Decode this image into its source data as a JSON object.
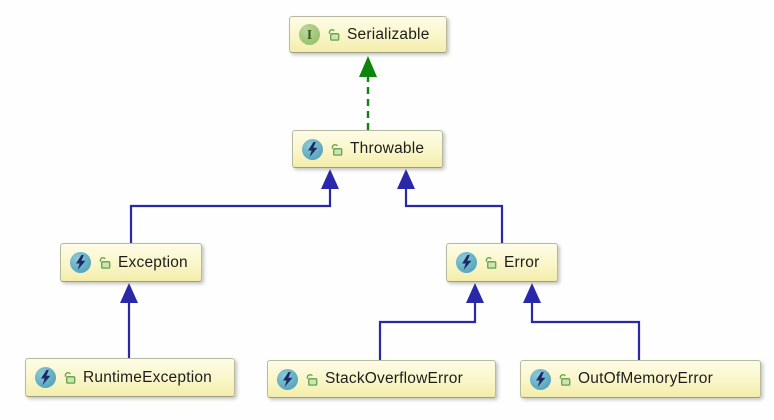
{
  "diagram": {
    "kind": "uml-class-diagram",
    "subject": "Java Throwable class hierarchy",
    "background_color": "#fdfefd",
    "icons": {
      "interface_glyph": "I",
      "exception_class_icon": "lightning-bolt-in-teal-circle",
      "visibility_icon": "green-unlocked-padlock"
    },
    "colors": {
      "node_fill_top": "#fdfce6",
      "node_fill_bottom": "#f3edaa",
      "node_border": "#b9b9a2",
      "extends_arrow": "#2828a8",
      "implements_arrow": "#0c850c",
      "class_icon_bg": "#5ba7bf",
      "interface_icon_bg": "#9cc272",
      "padlock_green": "#6aa84f",
      "label_text": "#1e1e1e"
    },
    "nodes": [
      {
        "label": "Serializable",
        "kind": "interface",
        "visibility": "public"
      },
      {
        "label": "Throwable",
        "kind": "exception-class",
        "visibility": "public"
      },
      {
        "label": "Exception",
        "kind": "exception-class",
        "visibility": "public"
      },
      {
        "label": "Error",
        "kind": "exception-class",
        "visibility": "public"
      },
      {
        "label": "RuntimeException",
        "kind": "exception-class",
        "visibility": "public"
      },
      {
        "label": "StackOverflowError",
        "kind": "exception-class",
        "visibility": "public"
      },
      {
        "label": "OutOfMemoryError",
        "kind": "exception-class",
        "visibility": "public"
      }
    ],
    "edges": [
      {
        "from": "Throwable",
        "to": "Serializable",
        "relation": "implements",
        "line": "dashed",
        "color": "#0c850c"
      },
      {
        "from": "Exception",
        "to": "Throwable",
        "relation": "extends",
        "line": "solid",
        "color": "#2828a8"
      },
      {
        "from": "Error",
        "to": "Throwable",
        "relation": "extends",
        "line": "solid",
        "color": "#2828a8"
      },
      {
        "from": "RuntimeException",
        "to": "Exception",
        "relation": "extends",
        "line": "solid",
        "color": "#2828a8"
      },
      {
        "from": "StackOverflowError",
        "to": "Error",
        "relation": "extends",
        "line": "solid",
        "color": "#2828a8"
      },
      {
        "from": "OutOfMemoryError",
        "to": "Error",
        "relation": "extends",
        "line": "solid",
        "color": "#2828a8"
      }
    ]
  }
}
